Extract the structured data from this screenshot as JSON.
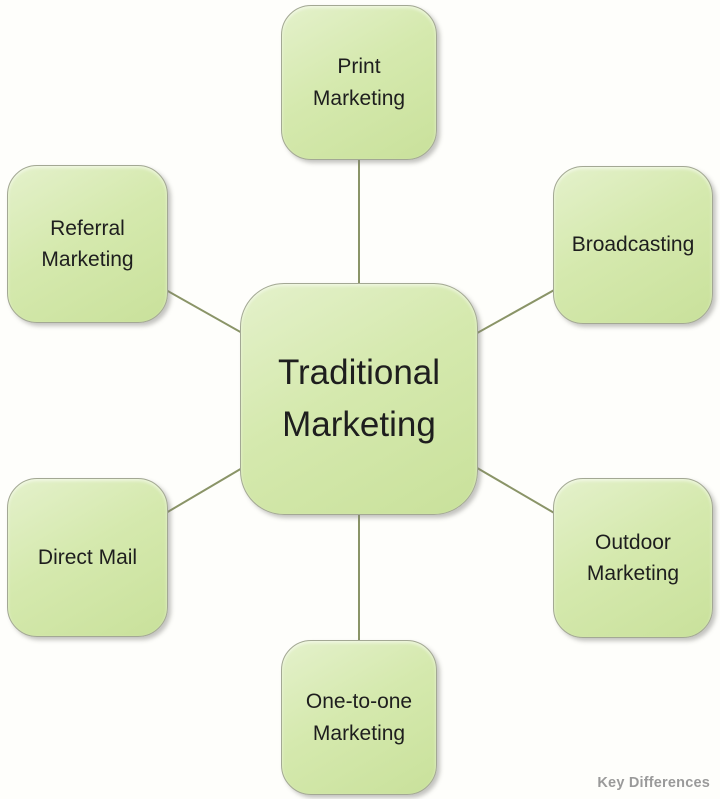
{
  "diagram": {
    "title": "Traditional Marketing",
    "center_node": {
      "id": "traditional-marketing",
      "label": "Traditional\nMarketing"
    },
    "nodes": [
      {
        "id": "print-marketing",
        "label": "Print\nMarketing",
        "position": "top"
      },
      {
        "id": "broadcasting",
        "label": "Broadcasting",
        "position": "top-right"
      },
      {
        "id": "outdoor-marketing",
        "label": "Outdoor\nMarketing",
        "position": "bottom-right"
      },
      {
        "id": "one-to-one-marketing",
        "label": "One-to-one\nMarketing",
        "position": "bottom"
      },
      {
        "id": "direct-mail",
        "label": "Direct Mail",
        "position": "bottom-left"
      },
      {
        "id": "referral-marketing",
        "label": "Referral\nMarketing",
        "position": "top-left"
      }
    ],
    "watermark": "Key Differences",
    "colors": {
      "node_fill": "#d5e9ae",
      "node_fill_light": "#e4f1cb",
      "node_fill_dark": "#c9e19b",
      "node_border": "#a3a894",
      "connector": "#8a9467",
      "text": "#1e1e1e",
      "watermark_text": "#9a9a9a",
      "background": "#fefefb"
    }
  }
}
